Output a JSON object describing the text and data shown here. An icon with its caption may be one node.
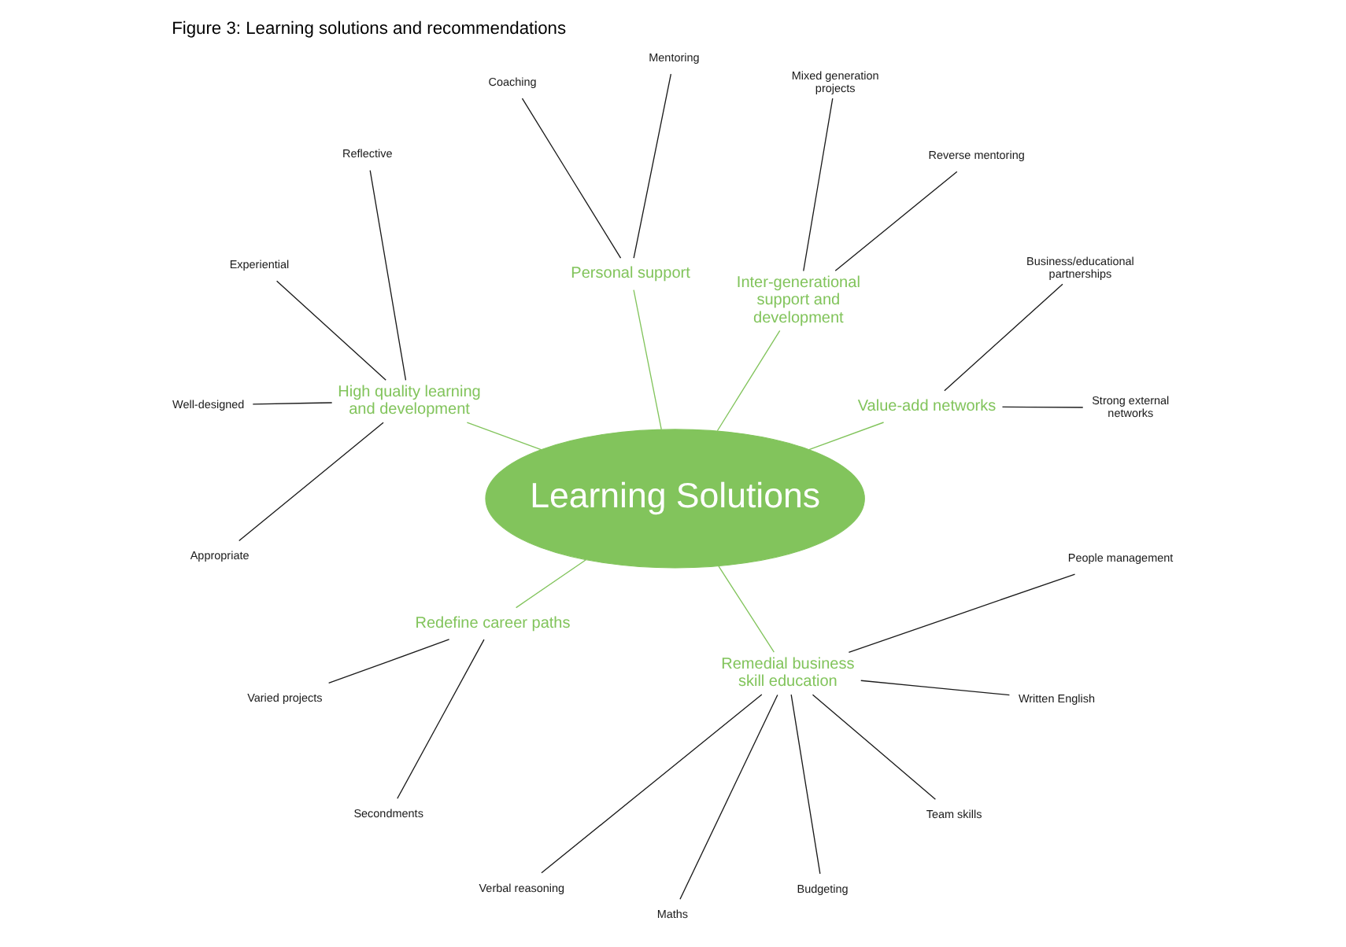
{
  "diagram": {
    "title": "Figure 3: Learning solutions and recommendations",
    "nodes": [
      {
        "text": [
          "Learning Solutions"
        ]
      },
      {
        "text": [
          "Value-add networks"
        ]
      },
      {
        "text": [
          "Strong external networks"
        ]
      },
      {
        "text": [
          "Business/educational partnerships"
        ]
      },
      {
        "text": [
          "Inter-generational support and development"
        ]
      },
      {
        "text": [
          "Reverse mentoring"
        ]
      },
      {
        "text": [
          "Mixed generation projects"
        ]
      },
      {
        "text": [
          "Personal support"
        ]
      },
      {
        "text": [
          "Mentoring"
        ]
      },
      {
        "text": [
          "Coaching"
        ]
      },
      {
        "text": [
          "High quality learning and development"
        ]
      },
      {
        "text": [
          "Reflective"
        ]
      },
      {
        "text": [
          "Experiential"
        ]
      },
      {
        "text": [
          "Well-designed"
        ]
      },
      {
        "text": [
          "Appropriate"
        ]
      },
      {
        "text": [
          "Redefine career paths"
        ]
      },
      {
        "text": [
          "Varied projects"
        ]
      },
      {
        "text": [
          "Secondments"
        ]
      },
      {
        "text": [
          "Remedial business skill education"
        ]
      },
      {
        "text": [
          "Verbal reasoning"
        ]
      },
      {
        "text": [
          "Maths"
        ]
      },
      {
        "text": [
          "Budgeting"
        ]
      },
      {
        "text": [
          "Team skills"
        ]
      },
      {
        "text": [
          "Written English"
        ]
      },
      {
        "text": [
          "People management"
        ]
      }
    ],
    "edges": [
      {
        "from": 0,
        "to": 1,
        "arrow": "none",
        "color": "#82c45c"
      },
      {
        "from": 1,
        "to": 2,
        "arrow": "none"
      },
      {
        "from": 1,
        "to": 3,
        "arrow": "none"
      },
      {
        "from": 0,
        "to": 4,
        "arrow": "none",
        "color": "#82c45c"
      },
      {
        "from": 4,
        "to": 5,
        "arrow": "none"
      },
      {
        "from": 4,
        "to": 6,
        "arrow": "none"
      },
      {
        "from": 0,
        "to": 7,
        "arrow": "none",
        "color": "#82c45c"
      },
      {
        "from": 7,
        "to": 8,
        "arrow": "none"
      },
      {
        "from": 7,
        "to": 9,
        "arrow": "none"
      },
      {
        "from": 0,
        "to": 10,
        "arrow": "none",
        "color": "#82c45c"
      },
      {
        "from": 10,
        "to": 11,
        "arrow": "none"
      },
      {
        "from": 10,
        "to": 12,
        "arrow": "none"
      },
      {
        "from": 10,
        "to": 13,
        "arrow": "none"
      },
      {
        "from": 10,
        "to": 14,
        "arrow": "none"
      },
      {
        "from": 0,
        "to": 15,
        "arrow": "none",
        "color": "#82c45c"
      },
      {
        "from": 15,
        "to": 16,
        "arrow": "none"
      },
      {
        "from": 15,
        "to": 17,
        "arrow": "none"
      },
      {
        "from": 0,
        "to": 18,
        "arrow": "none",
        "color": "#82c45c"
      },
      {
        "from": 18,
        "to": 19,
        "arrow": "none"
      },
      {
        "from": 18,
        "to": 20,
        "arrow": "none"
      },
      {
        "from": 18,
        "to": 21,
        "arrow": "none"
      },
      {
        "from": 18,
        "to": 22,
        "arrow": "none"
      },
      {
        "from": 18,
        "to": 23,
        "arrow": "none"
      },
      {
        "from": 18,
        "to": 24,
        "arrow": "none"
      }
    ]
  }
}
